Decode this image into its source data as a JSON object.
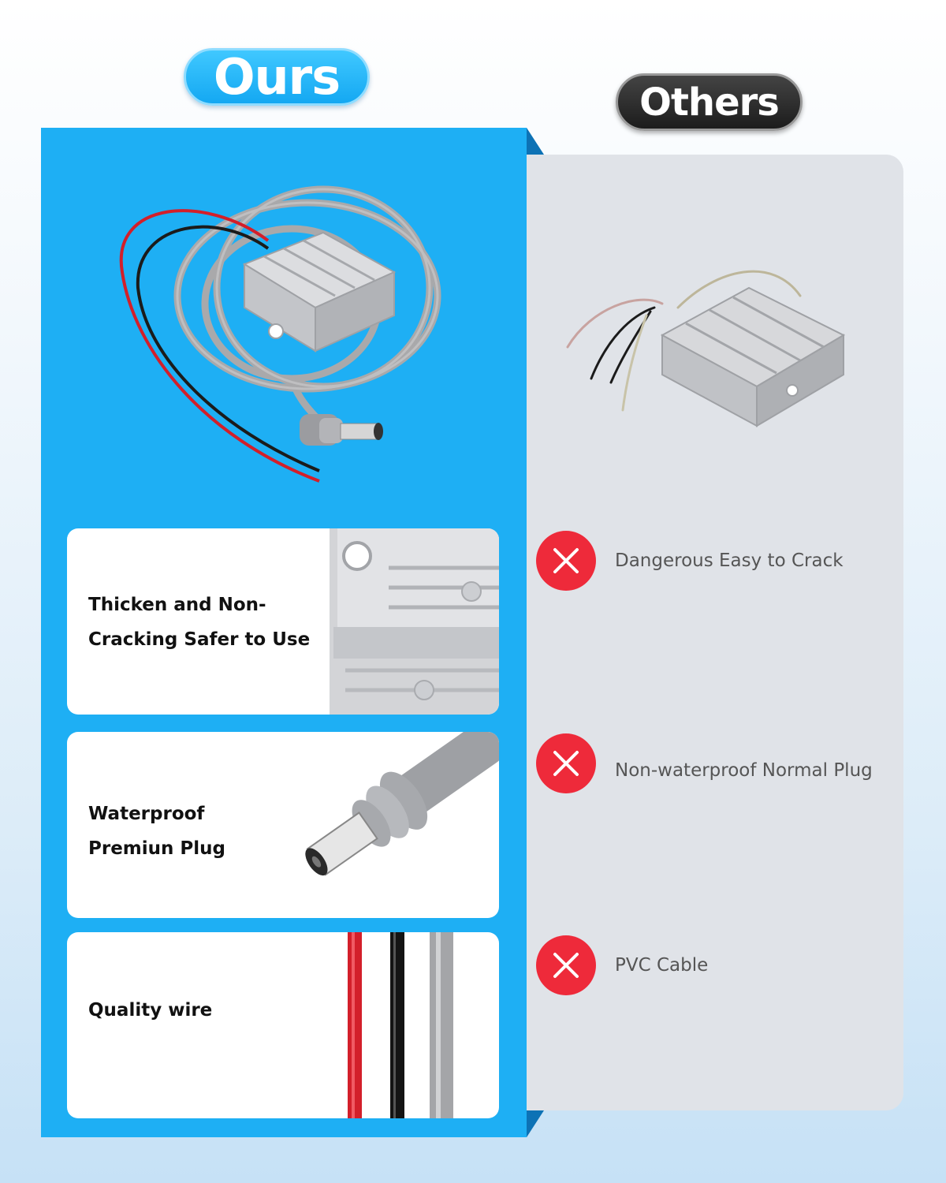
{
  "header": {
    "ours_label": "Ours",
    "others_label": "Others"
  },
  "features": [
    {
      "text": "Thicken and Non-\nCracking Safer to Use"
    },
    {
      "text": "Waterproof\nPremiun Plug"
    },
    {
      "text": "Quality wire"
    }
  ],
  "drawbacks": [
    {
      "text": "Dangerous Easy to Crack",
      "icon": "x-icon"
    },
    {
      "text": "Non-waterproof Normal Plug",
      "icon": "x-icon"
    },
    {
      "text": "PVC Cable",
      "icon": "x-icon"
    }
  ],
  "colors": {
    "ours_panel": "#1eaff4",
    "others_panel": "#e0e3e8",
    "x_icon": "#ee2a3a"
  }
}
